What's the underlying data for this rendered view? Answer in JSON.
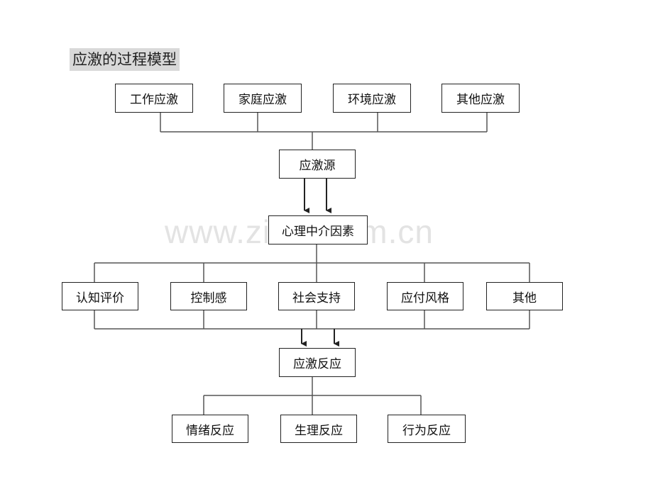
{
  "title": "应激的过程模型",
  "watermark": "www.zixin.com.cn",
  "sources": [
    "工作应激",
    "家庭应激",
    "环境应激",
    "其他应激"
  ],
  "stressor": "应激源",
  "mediator": "心理中介因素",
  "factors": [
    "认知评价",
    "控制感",
    "社会支持",
    "应付风格",
    "其他"
  ],
  "response": "应激反应",
  "outcomes": [
    "情绪反应",
    "生理反应",
    "行为反应"
  ]
}
